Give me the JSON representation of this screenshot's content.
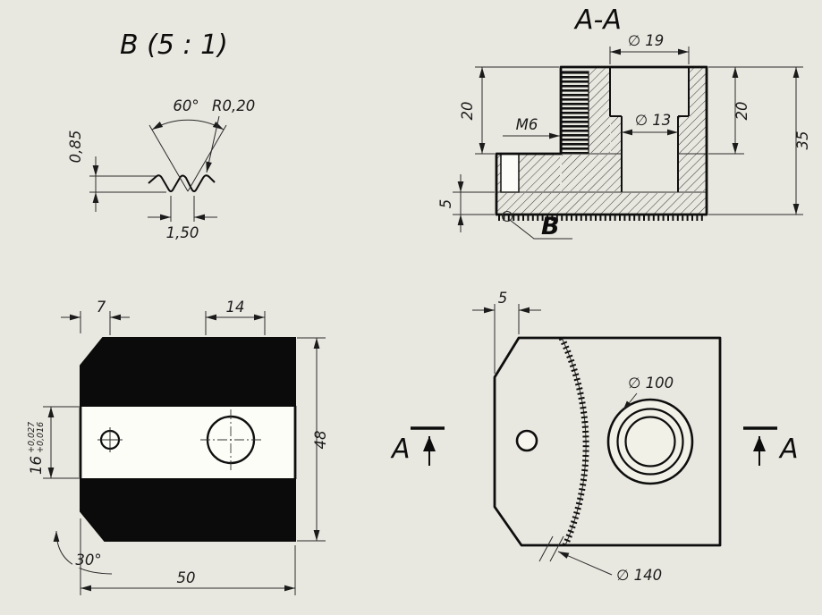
{
  "background": "#e9e8e0",
  "detail_b": {
    "title": "B (5 : 1)",
    "angle": "60°",
    "radius": "R0,20",
    "depth": "0,85",
    "pitch": "1,50"
  },
  "section_aa": {
    "title": "A-A",
    "dia_top": "∅ 19",
    "h20_left": "20",
    "thread": "M6",
    "dia_bore": "∅ 13",
    "h20_right": "20",
    "h_total": "35",
    "h_base": "5",
    "detail_ref": "B"
  },
  "front": {
    "w7": "7",
    "w14": "14",
    "h48": "48",
    "h16": "16",
    "tol_up": "+0,027",
    "tol_low": "+0,016",
    "chamfer": "30°",
    "w50": "50"
  },
  "side": {
    "w5": "5",
    "dia_boss": "∅ 100",
    "dia_arc": "∅ 140",
    "cut_left": "A",
    "cut_right": "A"
  }
}
